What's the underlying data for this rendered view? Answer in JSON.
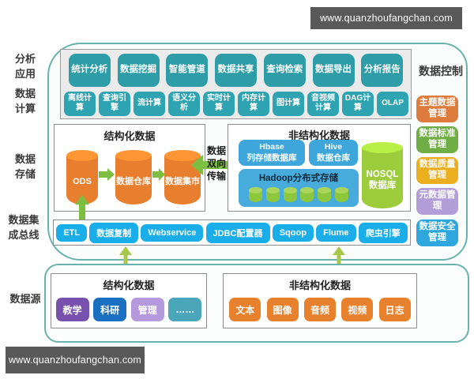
{
  "banner": {
    "url_top": "www.quanzhoufangchan.com",
    "url_bottom": "www.quanzhoufangchan.com"
  },
  "side_labels": {
    "analysis": "分析应用",
    "computing": "数据计算",
    "storage": "数据存储",
    "bus": "数据集成总线",
    "source": "数据源"
  },
  "analysis_apps": [
    "统计分析",
    "数据挖掘",
    "智能管道",
    "数据共享",
    "查询检索",
    "数据导出",
    "分析报告"
  ],
  "computing": [
    "离线计算",
    "查询引擎",
    "流计算",
    "语义分析",
    "实时计算",
    "内存计算",
    "图计算",
    "音视频计算",
    "DAG计算",
    "OLAP"
  ],
  "storage": {
    "structured_title": "结构化数据",
    "nodes": [
      "ODS",
      "数据仓库",
      "数据集市"
    ],
    "transfer": "数据双向传输",
    "unstructured_title": "非结构化数据",
    "hbase_line1": "Hbase",
    "hbase_line2": "列存储数据库",
    "hive_line1": "Hive",
    "hive_line2": "数据仓库",
    "hadoop": "Hadoop分布式存储",
    "nosql_line1": "NOSQL",
    "nosql_line2": "数据库"
  },
  "bus_items": [
    "ETL",
    "数据复制",
    "Webservice",
    "JDBC配置器",
    "Sqoop",
    "Flume",
    "爬虫引擎"
  ],
  "control": {
    "title": "数据控制",
    "items": [
      {
        "label": "主题数据管理",
        "color": "#de7c3e"
      },
      {
        "label": "数据标准管理",
        "color": "#6eae44"
      },
      {
        "label": "数据质量管理",
        "color": "#ebae1e"
      },
      {
        "label": "元数据管理",
        "color": "#b49eda"
      },
      {
        "label": "数据安全管理",
        "color": "#2ea7de"
      }
    ]
  },
  "sources": {
    "structured_title": "结构化数据",
    "structured_items": [
      {
        "label": "教学",
        "color": "#7851ae"
      },
      {
        "label": "科研",
        "color": "#1a70c0"
      },
      {
        "label": "管理",
        "color": "#b49adc"
      },
      {
        "label": "……",
        "color": "#4ba6ba"
      }
    ],
    "unstructured_title": "非结构化数据",
    "unstructured_items": [
      "文本",
      "图像",
      "音频",
      "视频",
      "日志"
    ]
  },
  "colors": {
    "teal_box": "#2e9da7",
    "orange_cylinder": "#e87f2e",
    "green_arrow": "#7cbe3f",
    "connector_arrow": "#a8c84b",
    "blue_storage": "#3ea6db",
    "bus_blue": "#19adea",
    "nosql_green": "#9ccb3b",
    "container_border": "#68b4ac",
    "source_orange": "#e8812e",
    "watermark_bg": "#595959"
  }
}
